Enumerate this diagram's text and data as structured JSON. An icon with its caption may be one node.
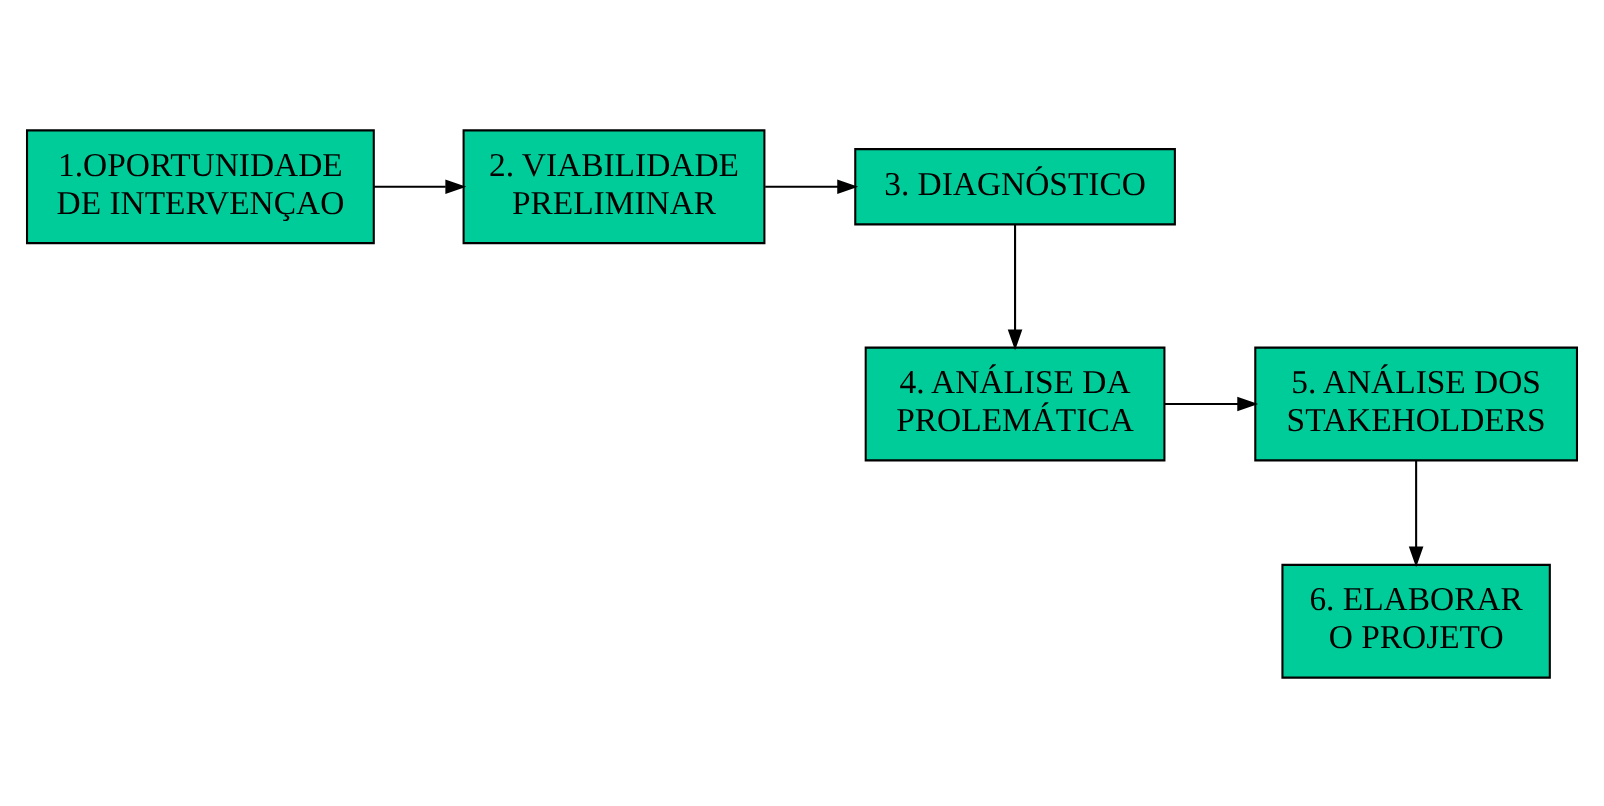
{
  "diagram": {
    "nodes": [
      {
        "text": [
          "1.OPORTUNIDADE DE INTERVENÇAO"
        ]
      },
      {
        "text": [
          "2. VIABILIDADE PRELIMINAR"
        ]
      },
      {
        "text": [
          "3. DIAGNÓSTICO"
        ]
      },
      {
        "text": [
          "4. ANÁLISE DA PROLEMÁTICA"
        ]
      },
      {
        "text": [
          "5. ANÁLISE DOS STAKEHOLDERS"
        ]
      },
      {
        "text": [
          "6. ELABORAR O PROJETO"
        ]
      }
    ],
    "edges": [
      {
        "from": 0,
        "to": 1,
        "arrow": "to"
      },
      {
        "from": 1,
        "to": 2,
        "arrow": "to"
      },
      {
        "from": 2,
        "to": 3,
        "arrow": "to"
      },
      {
        "from": 3,
        "to": 4,
        "arrow": "to"
      },
      {
        "from": 4,
        "to": 5,
        "arrow": "to"
      }
    ]
  }
}
